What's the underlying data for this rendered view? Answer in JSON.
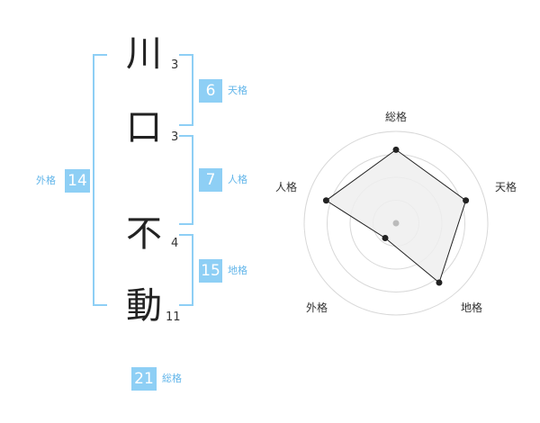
{
  "name": {
    "chars": [
      {
        "char": "川",
        "strokes": "3"
      },
      {
        "char": "口",
        "strokes": "3"
      },
      {
        "char": "不",
        "strokes": "4"
      },
      {
        "char": "動",
        "strokes": "11"
      }
    ]
  },
  "fortunes": {
    "tenkaku": {
      "label": "天格",
      "value": "6"
    },
    "jinkaku": {
      "label": "人格",
      "value": "7"
    },
    "chikaku": {
      "label": "地格",
      "value": "15"
    },
    "gaikaku": {
      "label": "外格",
      "value": "14"
    },
    "soukaku": {
      "label": "総格",
      "value": "21"
    }
  },
  "chart_data": {
    "type": "radar",
    "axes": [
      "総格",
      "天格",
      "地格",
      "外格",
      "人格"
    ],
    "values": [
      0.8,
      0.8,
      0.8,
      0.2,
      0.8
    ],
    "max": 1,
    "rings": 4,
    "colors": {
      "fill": "#eeeeee",
      "stroke": "#222222",
      "ring": "#d8d8d8",
      "center": "#bbbbbb"
    }
  }
}
